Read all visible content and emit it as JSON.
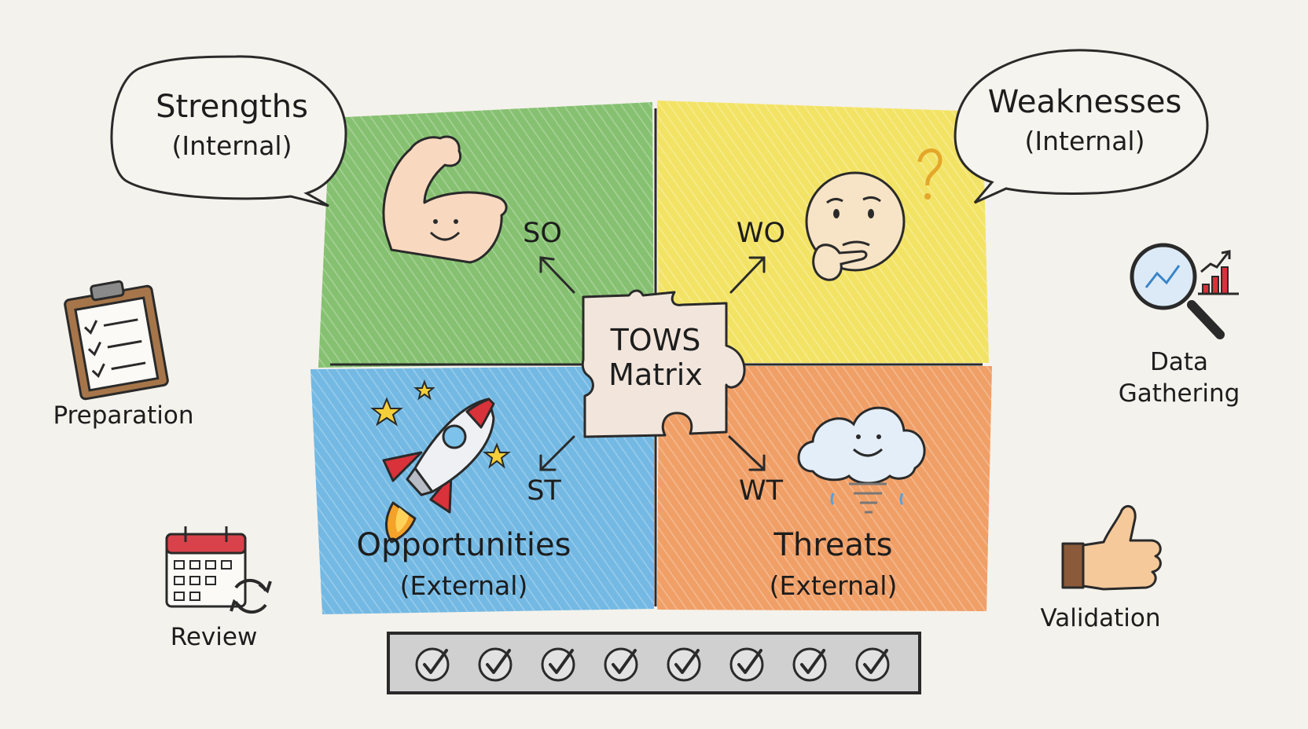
{
  "quadrants": {
    "strengths": {
      "title": "Strengths",
      "subtitle": "(Internal)",
      "color": "#6fb85a"
    },
    "weaknesses": {
      "title": "Weaknesses",
      "subtitle": "(Internal)",
      "color": "#f0e04a"
    },
    "opportunities": {
      "title": "Opportunities",
      "subtitle": "(External)",
      "color": "#5aaee0"
    },
    "threats": {
      "title": "Threats",
      "subtitle": "(External)",
      "color": "#ec8f4a"
    }
  },
  "strategies": {
    "so": "SO",
    "wo": "WO",
    "st": "ST",
    "wt": "WT"
  },
  "center": {
    "line1": "TOWS",
    "line2": "Matrix"
  },
  "steps": {
    "preparation": {
      "label": "Preparation",
      "icon": "clipboard-checklist-icon"
    },
    "data_gathering": {
      "line1": "Data",
      "line2": "Gathering",
      "icon": "magnifier-chart-icon"
    },
    "review": {
      "label": "Review",
      "icon": "calendar-refresh-icon"
    },
    "validation": {
      "label": "Validation",
      "icon": "thumbs-up-icon"
    }
  },
  "progress": {
    "checks_total": 8,
    "checks_done": 8
  }
}
